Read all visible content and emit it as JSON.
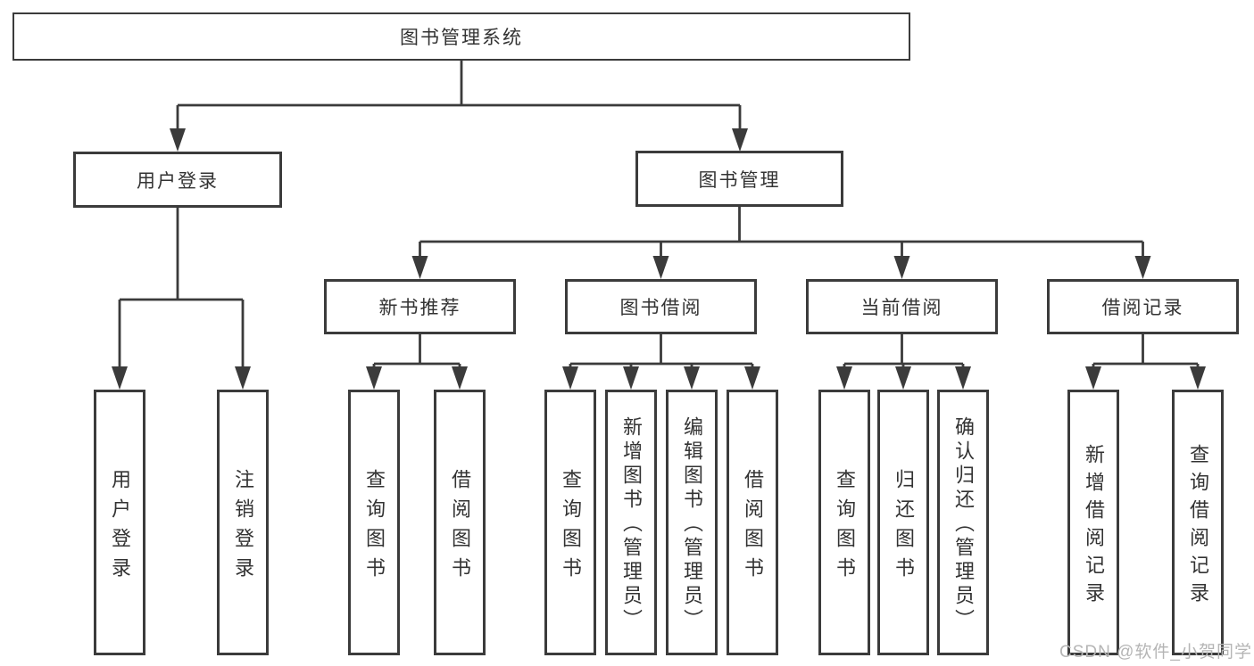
{
  "diagram": {
    "root": {
      "label": "图书管理系统"
    },
    "level2": [
      {
        "label": "用户登录"
      },
      {
        "label": "图书管理"
      }
    ],
    "level3": [
      {
        "label": "新书推荐"
      },
      {
        "label": "图书借阅"
      },
      {
        "label": "当前借阅"
      },
      {
        "label": "借阅记录"
      }
    ],
    "leaves": {
      "user_login": [
        "用户登录",
        "注销登录"
      ],
      "new_book_recommend": [
        "查询图书",
        "借阅图书"
      ],
      "book_borrow": [
        "查询图书",
        "新增图书（管理员）",
        "编辑图书（管理员）",
        "借阅图书"
      ],
      "current_borrow": [
        "查询图书",
        "归还图书",
        "确认归还（管理员）"
      ],
      "borrow_record": [
        "新增借阅记录",
        "查询借阅记录"
      ]
    }
  },
  "watermark": {
    "text": "CSDN @软件_小贺同学"
  },
  "colors": {
    "line": "#3b3b3b",
    "text": "#333333",
    "watermark": "#b5b5b5",
    "background": "#ffffff"
  }
}
